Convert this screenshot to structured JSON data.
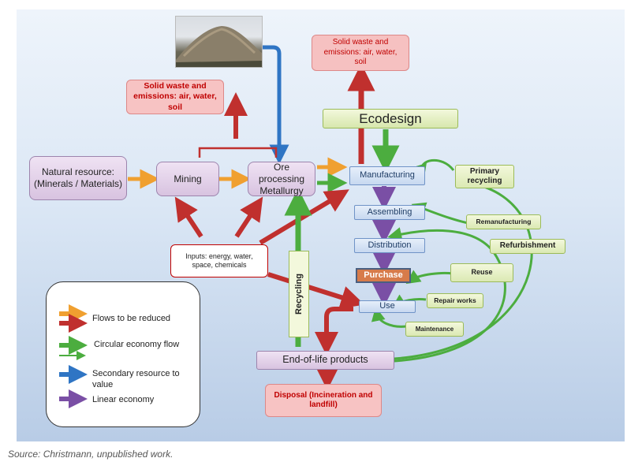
{
  "diagram": {
    "natural_resource": "Natural resource: (Minerals / Materials)",
    "mining": "Mining",
    "ore_processing": "Ore processing Metallurgy",
    "waste_left": "Solid waste and emissions: air, water, soil",
    "waste_top": "Solid waste and emissions: air, water, soil",
    "ecodesign": "Ecodesign",
    "manufacturing": "Manufacturing",
    "assembling": "Assembling",
    "distribution": "Distribution",
    "purchase": "Purchase",
    "use": "Use",
    "primary_recycling": "Primary recycling",
    "remanufacturing": "Remanufacturing",
    "refurbishment": "Refurbishment",
    "reuse": "Reuse",
    "repair_works": "Repair works",
    "maintenance": "Maintenance",
    "inputs": "Inputs: energy, water, space, chemicals",
    "recycling": "Recycling",
    "end_of_life": "End-of-life products",
    "disposal": "Disposal (Incineration and landfill)"
  },
  "legend": {
    "reduced": "Flows to be reduced",
    "circular": "Circular economy flow",
    "secondary": "Secondary resource to value",
    "linear": "Linear economy"
  },
  "source": "Source: Christmann, unpublished work.",
  "colors": {
    "red_arrow": "#c0302e",
    "orange_arrow": "#f0a030",
    "green_arrow": "#4cad3f",
    "blue_arrow": "#2f75c4",
    "purple_arrow": "#7a4fa5"
  }
}
